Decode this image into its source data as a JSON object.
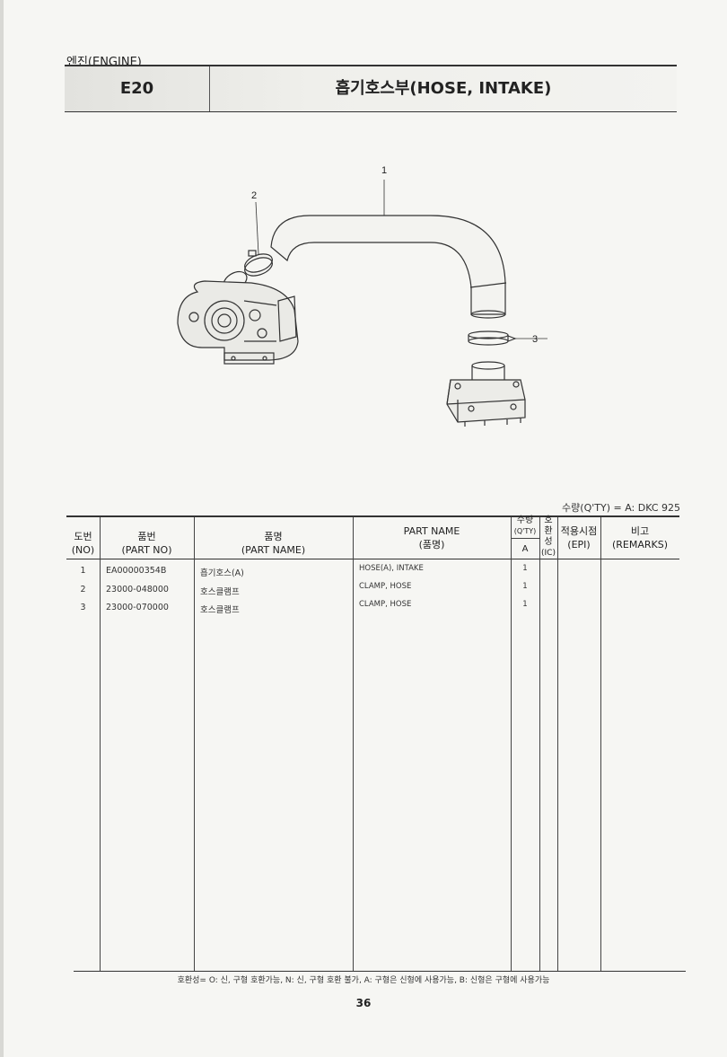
{
  "header": {
    "section": "엔진(ENGINE)",
    "code": "E20",
    "title": "흡기호스부(HOSE, INTAKE)"
  },
  "diagram": {
    "callouts": [
      "1",
      "2",
      "3"
    ]
  },
  "qty_note": "수량(Q'TY) = A: DKC 925",
  "table": {
    "headers": {
      "no_ko": "도번",
      "no_en": "(NO)",
      "partno_ko": "품번",
      "partno_en": "(PART NO)",
      "name_ko": "품명",
      "name_en": "(PART NAME)",
      "pname_en": "PART NAME",
      "pname_ko": "(품명)",
      "qty_ko": "수량",
      "qty_en": "(Q'TY)",
      "qty_col": "A",
      "ic_ko1": "호",
      "ic_ko2": "환",
      "ic_ko3": "성",
      "ic_en": "(IC)",
      "epi_ko": "적용시점",
      "epi_en": "(EPI)",
      "remarks_ko": "비고",
      "remarks_en": "(REMARKS)"
    },
    "rows": [
      {
        "no": "1",
        "part_no": "EA00000354B",
        "name_ko": "흡기호스(A)",
        "name_en": "HOSE(A), INTAKE",
        "qty": "1"
      },
      {
        "no": "2",
        "part_no": "23000-048000",
        "name_ko": "호스클램프",
        "name_en": "CLAMP, HOSE",
        "qty": "1"
      },
      {
        "no": "3",
        "part_no": "23000-070000",
        "name_ko": "호스클램프",
        "name_en": "CLAMP, HOSE",
        "qty": "1"
      }
    ]
  },
  "footer_note": "호환성= O: 신, 구형 호환가능, N: 신, 구형 호환 불가, A: 구형은 신형에 사용가능, B: 신형은 구형에 사용가능",
  "page_number": "36"
}
